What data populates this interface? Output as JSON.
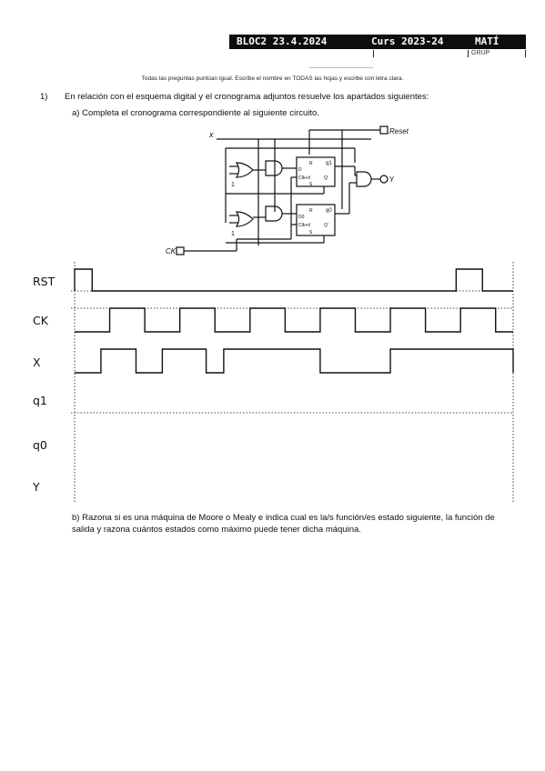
{
  "header": {
    "block": "BLOC2 23.4.2024",
    "course": "Curs 2023-24",
    "subject": "MATÍ",
    "sub_right": "GRUP"
  },
  "instructions": "Todas las preguntas puntúan igual. Escribe el nombre en TODAS las hojas y escribe con letra clara.",
  "question1": {
    "number": "1)",
    "text": "En relación con el esquema digital y el cronograma adjuntos resuelve los apartados siguientes:",
    "part_a": "a)  Completa el cronograma correspondiente al siguiente circuito.",
    "part_b": "b)  Razona si es una máquina de Moore o Mealy e indica cual es la/s función/es estado siguiente, la función de salida y razona cuántos estados como máximo puede tener dicha máquina."
  },
  "circuit": {
    "input_x": "x",
    "reset_label": "Reset",
    "clock_label": "CK",
    "output_label": "Y",
    "ff1_output": "q1",
    "ff0_output": "q0",
    "ff_r": "R",
    "ff_s": "S",
    "ff_d1": "D",
    "ff_d0": "D0",
    "ff_clk": "Clk+d",
    "ff_qn": "Q'",
    "mux_sel": "1"
  },
  "timing": {
    "signals": [
      "RST",
      "CK",
      "X",
      "q1",
      "q0",
      "Y"
    ],
    "rst_pulses": [
      [
        0.0,
        0.04
      ],
      [
        0.87,
        0.93
      ]
    ],
    "ck_high": [
      [
        0.08,
        0.16
      ],
      [
        0.24,
        0.32
      ],
      [
        0.4,
        0.48
      ],
      [
        0.56,
        0.64
      ],
      [
        0.72,
        0.8
      ],
      [
        0.88,
        0.96
      ]
    ],
    "x_high": [
      [
        0.06,
        0.14
      ],
      [
        0.2,
        0.3
      ],
      [
        0.34,
        0.56
      ],
      [
        0.72,
        1.0
      ]
    ]
  },
  "colors": {
    "ink": "#111111",
    "header_bg": "#0e0e0e",
    "header_fg": "#ffffff"
  }
}
